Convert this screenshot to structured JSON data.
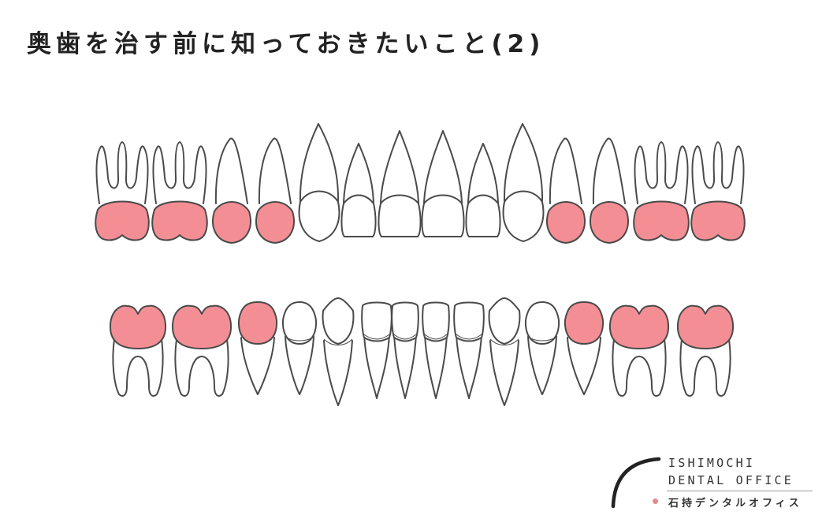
{
  "title": "奥歯を治す前に知っておきたいこと(2)",
  "colors": {
    "highlight": "#f48e95",
    "outline": "#4a4a4a",
    "tooth_fill": "#ffffff",
    "text": "#222222",
    "logo_dot": "#e8868e"
  },
  "teeth": {
    "upper": [
      {
        "type": "molar",
        "highlighted": true
      },
      {
        "type": "molar",
        "highlighted": true
      },
      {
        "type": "premolar",
        "highlighted": true
      },
      {
        "type": "premolar",
        "highlighted": true
      },
      {
        "type": "canine",
        "highlighted": false
      },
      {
        "type": "incisor",
        "highlighted": false
      },
      {
        "type": "incisor",
        "highlighted": false
      },
      {
        "type": "incisor",
        "highlighted": false
      },
      {
        "type": "incisor",
        "highlighted": false
      },
      {
        "type": "canine",
        "highlighted": false
      },
      {
        "type": "premolar",
        "highlighted": true
      },
      {
        "type": "premolar",
        "highlighted": true
      },
      {
        "type": "molar",
        "highlighted": true
      },
      {
        "type": "molar",
        "highlighted": true
      }
    ],
    "lower": [
      {
        "type": "molar",
        "highlighted": true
      },
      {
        "type": "molar",
        "highlighted": true
      },
      {
        "type": "premolar",
        "highlighted": true
      },
      {
        "type": "premolar",
        "highlighted": false
      },
      {
        "type": "canine",
        "highlighted": false
      },
      {
        "type": "incisor",
        "highlighted": false
      },
      {
        "type": "incisor",
        "highlighted": false
      },
      {
        "type": "incisor",
        "highlighted": false
      },
      {
        "type": "incisor",
        "highlighted": false
      },
      {
        "type": "canine",
        "highlighted": false
      },
      {
        "type": "premolar",
        "highlighted": false
      },
      {
        "type": "premolar",
        "highlighted": true
      },
      {
        "type": "molar",
        "highlighted": true
      },
      {
        "type": "molar",
        "highlighted": true
      }
    ]
  },
  "logo": {
    "line1": "ISHIMOCHI",
    "line2": "DENTAL OFFICE",
    "japanese": "石持デンタルオフィス"
  }
}
